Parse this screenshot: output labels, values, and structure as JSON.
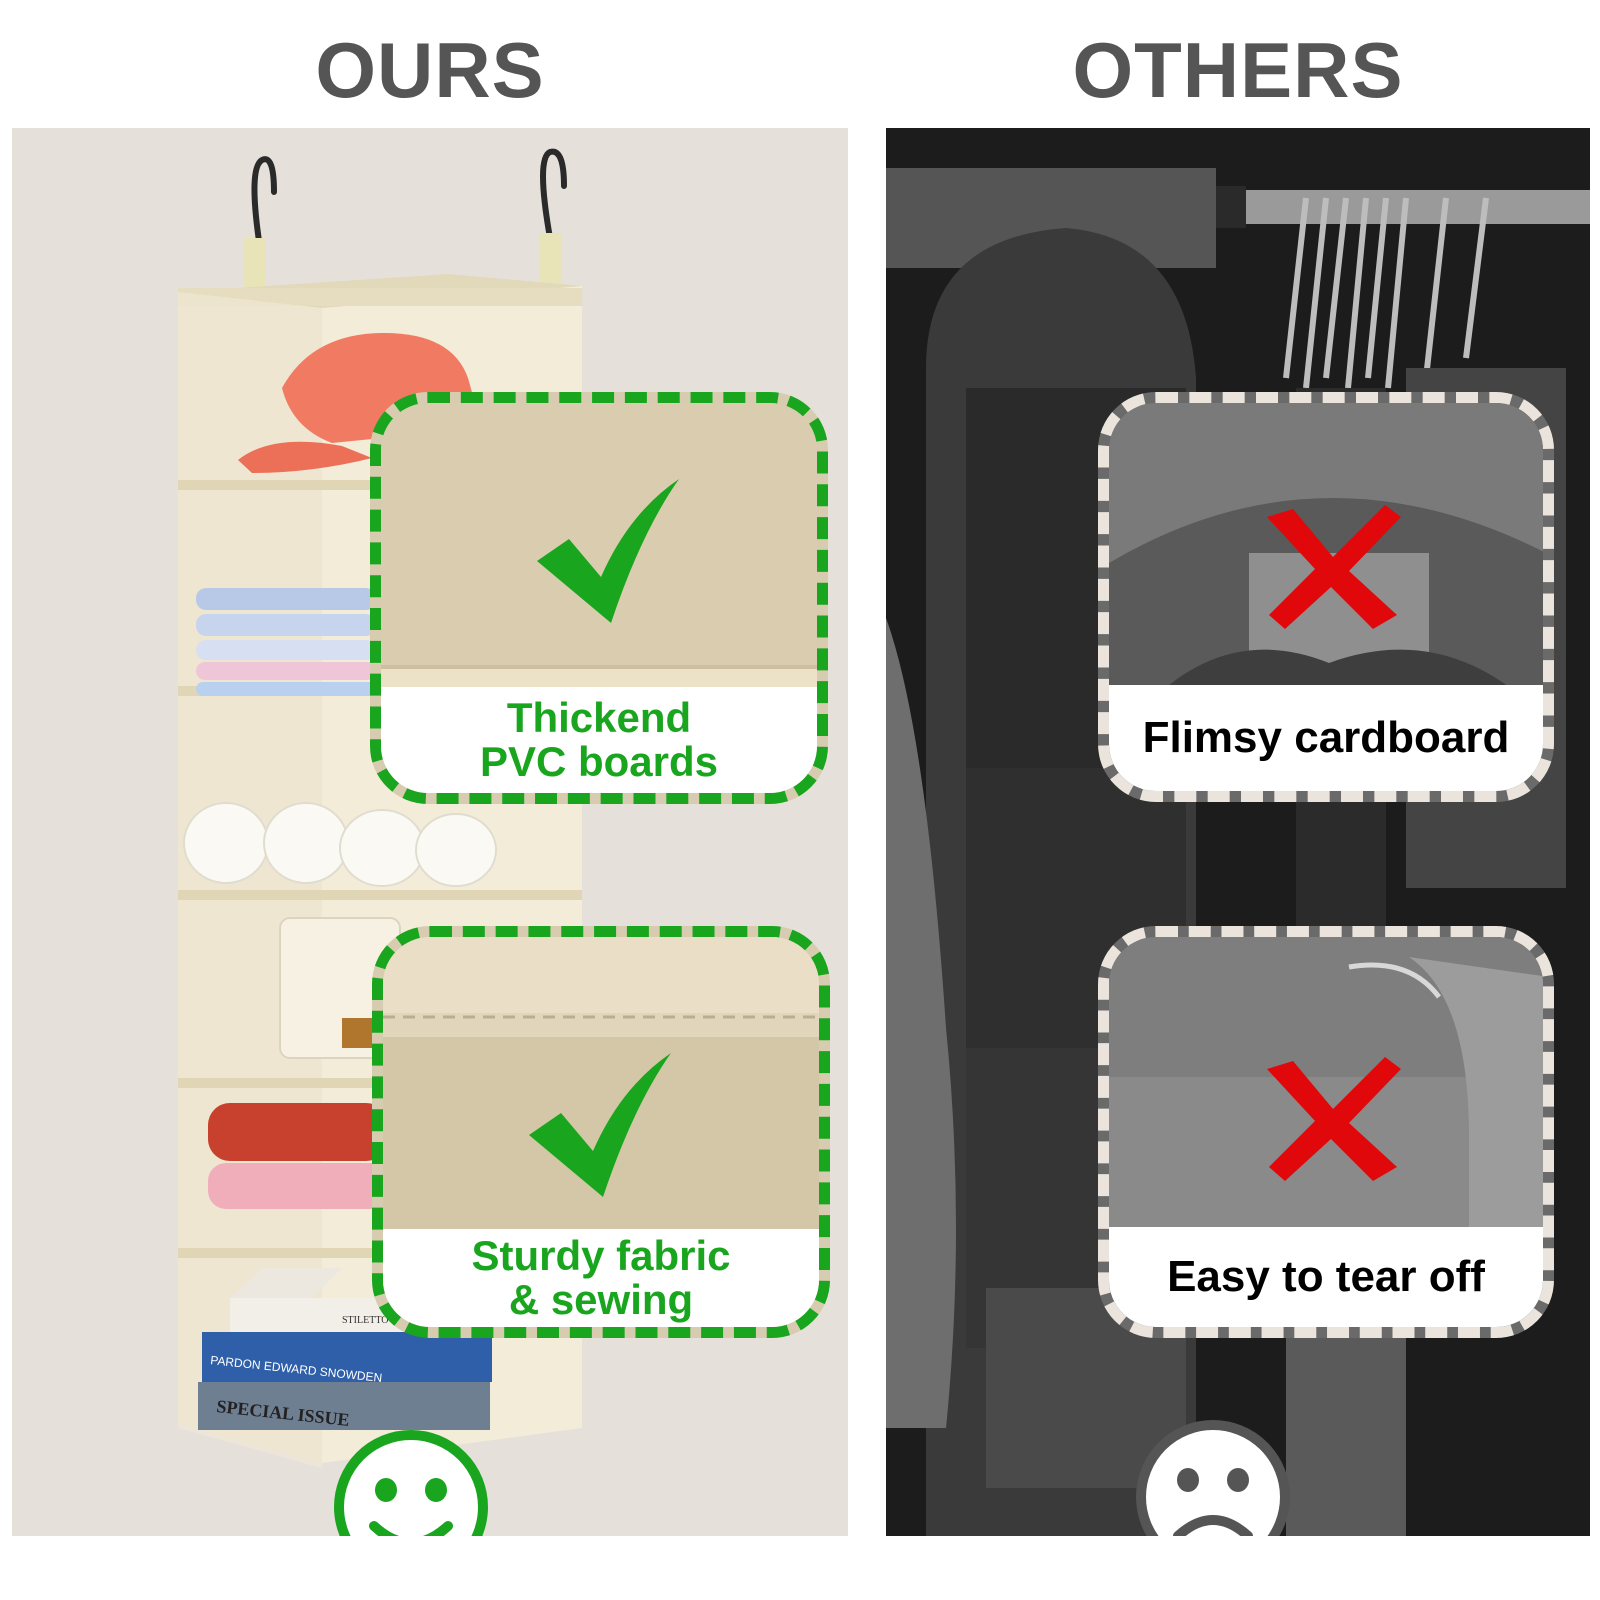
{
  "headings": {
    "ours": "OURS",
    "others": "OTHERS"
  },
  "ours": {
    "callouts": [
      {
        "lines": [
          "Thickend",
          "PVC boards"
        ],
        "icon": "check-icon"
      },
      {
        "lines": [
          "Sturdy fabric",
          "& sewing"
        ],
        "icon": "check-icon"
      }
    ],
    "face": "smiley-face-icon",
    "book_spines": [
      "STILETTO BOOK",
      "PARDON EDWARD SNOWDEN",
      "SPECIAL ISSUE"
    ]
  },
  "others": {
    "callouts": [
      {
        "lines": [
          "Flimsy cardboard"
        ],
        "icon": "cross-icon"
      },
      {
        "lines": [
          "Easy to tear off"
        ],
        "icon": "cross-icon"
      }
    ],
    "face": "sad-face-icon"
  },
  "colors": {
    "good_green": "#1aa51f",
    "bad_red": "#e0080a",
    "heading_gray": "#555555",
    "organizer_beige": "#f1ead7"
  }
}
